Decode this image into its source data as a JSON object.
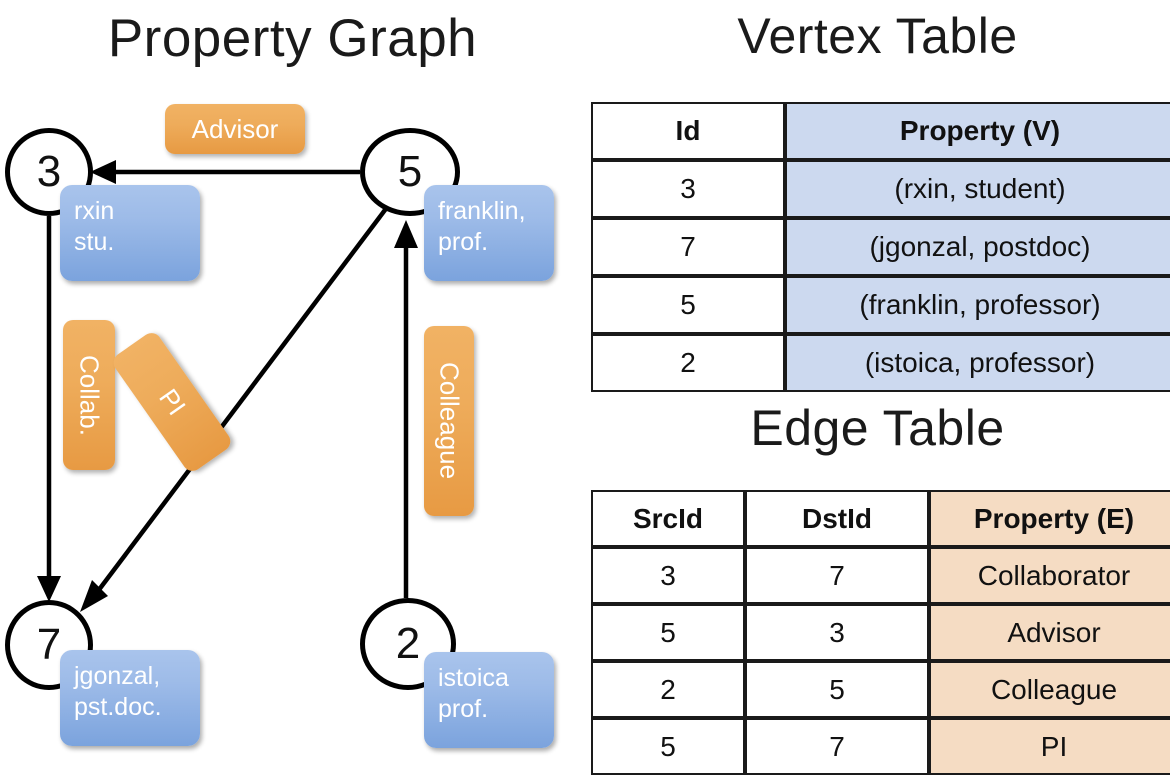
{
  "graph": {
    "title": "Property Graph",
    "nodes": [
      {
        "id": "3",
        "property": "rxin\nstu."
      },
      {
        "id": "5",
        "property": "franklin,\nprof."
      },
      {
        "id": "7",
        "property": "jgonzal,\npst.doc."
      },
      {
        "id": "2",
        "property": "istoica\nprof."
      }
    ],
    "node_labels": {
      "n3": "3",
      "n5": "5",
      "n7": "7",
      "n2": "2"
    },
    "property_boxes": {
      "rxin_line1": "rxin",
      "rxin_line2": "stu.",
      "franklin_line1": "franklin,",
      "franklin_line2": "prof.",
      "jgonzal_line1": "jgonzal,",
      "jgonzal_line2": "pst.doc.",
      "istoica_line1": "istoica",
      "istoica_line2": "prof."
    },
    "edge_labels": {
      "advisor": "Advisor",
      "collab": "Collab.",
      "pi": "PI",
      "colleague": "Colleague"
    },
    "edges": [
      {
        "from": "5",
        "to": "3",
        "label": "Advisor"
      },
      {
        "from": "3",
        "to": "7",
        "label": "Collab."
      },
      {
        "from": "5",
        "to": "7",
        "label": "PI"
      },
      {
        "from": "2",
        "to": "5",
        "label": "Colleague"
      }
    ]
  },
  "vertex_table": {
    "title": "Vertex Table",
    "headers": [
      "Id",
      "Property (V)"
    ],
    "rows": [
      {
        "id": "3",
        "property": "(rxin, student)"
      },
      {
        "id": "7",
        "property": "(jgonzal, postdoc)"
      },
      {
        "id": "5",
        "property": "(franklin, professor)"
      },
      {
        "id": "2",
        "property": "(istoica, professor)"
      }
    ]
  },
  "edge_table": {
    "title": "Edge Table",
    "headers": [
      "SrcId",
      "DstId",
      "Property (E)"
    ],
    "rows": [
      {
        "src": "3",
        "dst": "7",
        "property": "Collaborator"
      },
      {
        "src": "5",
        "dst": "3",
        "property": "Advisor"
      },
      {
        "src": "2",
        "dst": "5",
        "property": "Colleague"
      },
      {
        "src": "5",
        "dst": "7",
        "property": "PI"
      }
    ]
  },
  "colors": {
    "vertex_property_fill": "#ccd9ef",
    "edge_property_fill": "#f5dcc3",
    "node_box_blue": "#9dbbe8",
    "edge_label_orange": "#eeac5b",
    "stroke": "#000000",
    "background": "#ffffff"
  }
}
